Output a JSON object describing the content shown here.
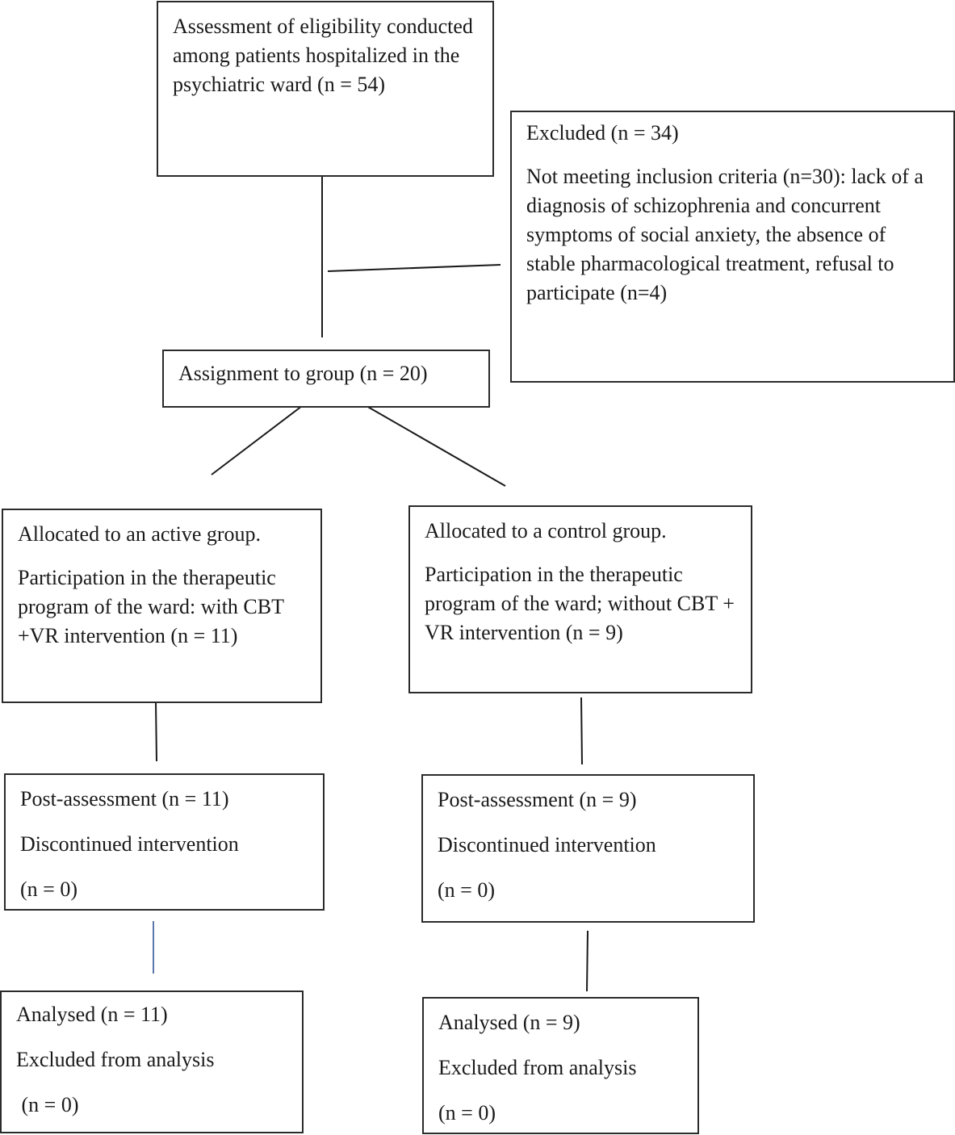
{
  "eligibility": {
    "text": "Assessment of eligibility conducted among patients hospitalized in the psychiatric ward (n = 54)"
  },
  "excluded": {
    "title": "Excluded (n = 34)",
    "detail": "Not meeting inclusion criteria (n=30): lack of a diagnosis of schizophrenia and concurrent symptoms of social anxiety, the absence of stable pharmacological treatment, refusal to participate (n=4)"
  },
  "assignment": {
    "text": "Assignment to group (n = 20)"
  },
  "active_group": {
    "title": "Allocated to an active group.",
    "detail": "Participation in the therapeutic program of the ward:  with CBT +VR intervention (n = 11)"
  },
  "control_group": {
    "title": "Allocated to a control group.",
    "detail": "Participation in the therapeutic program of the ward;  without CBT + VR intervention (n = 9)"
  },
  "active_post": {
    "title": "Post-assessment (n = 11)",
    "discontinued": "Discontinued intervention",
    "count": "(n = 0)"
  },
  "control_post": {
    "title": "Post-assessment (n = 9)",
    "discontinued": "Discontinued intervention",
    "count": "(n = 0)"
  },
  "active_analysed": {
    "title": "Analysed (n = 11)",
    "excluded": "Excluded from analysis",
    "count": " (n = 0)"
  },
  "control_analysed": {
    "title": "Analysed (n = 9)",
    "excluded": "Excluded from analysis",
    "count": "(n = 0)"
  },
  "colors": {
    "line": "#1a1a1a",
    "border": "#2b2b2b",
    "accent_connector": "#5a78a8"
  }
}
